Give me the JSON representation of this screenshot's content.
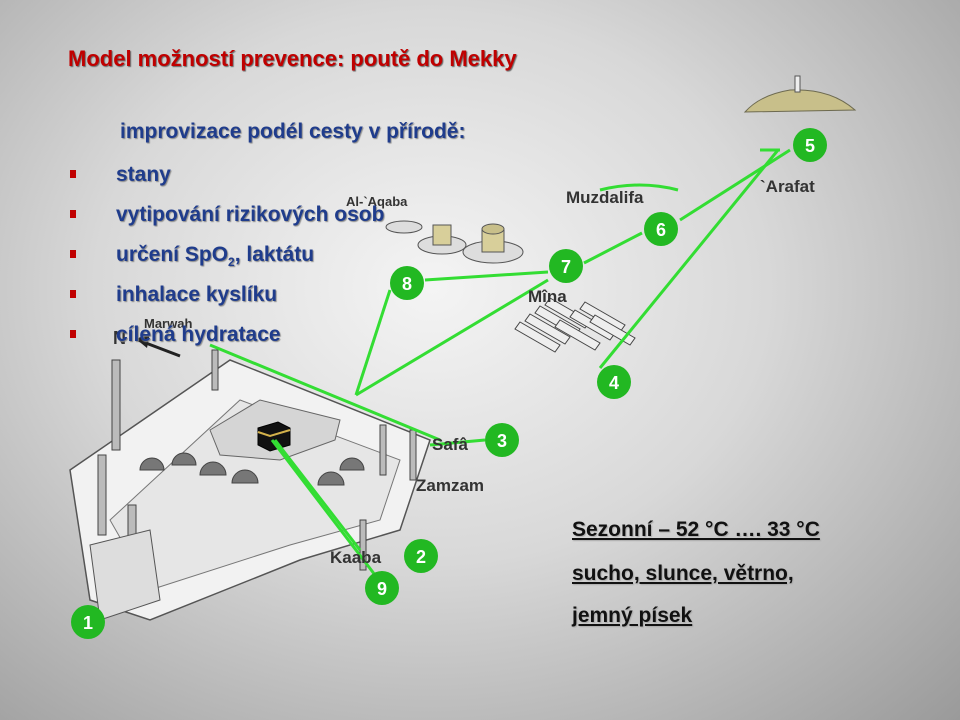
{
  "title": "Model možností prevence: poutě do Mekky",
  "subtitle": "improvizace podél cesty v přírodě:",
  "bullets": [
    "stany",
    "vytipování rizikových osob",
    "určení SpO",
    "2",
    ", laktátu",
    "inhalace kyslíku",
    "cílená hydratace"
  ],
  "places": {
    "muzdalifa": "Muzdalifa",
    "arafat": "`Arafat",
    "mina": "Mîna",
    "safa": "Safâ",
    "zamzam": "Zamzam",
    "kaaba": "Kaaba",
    "alaqaba": "Al-`Aqaba",
    "marwah": "Marwah",
    "north": "N"
  },
  "stations": [
    "1",
    "2",
    "3",
    "4",
    "5",
    "6",
    "7",
    "8",
    "9"
  ],
  "bottom": {
    "line1": "Sezonní – 52 °C …. 33 °C",
    "line2": "sucho, slunce, větrno,",
    "line3": "jemný písek"
  },
  "colors": {
    "title": "#c00000",
    "text": "#1f3c8c",
    "route": "#33dd33",
    "station": "#22b822"
  }
}
